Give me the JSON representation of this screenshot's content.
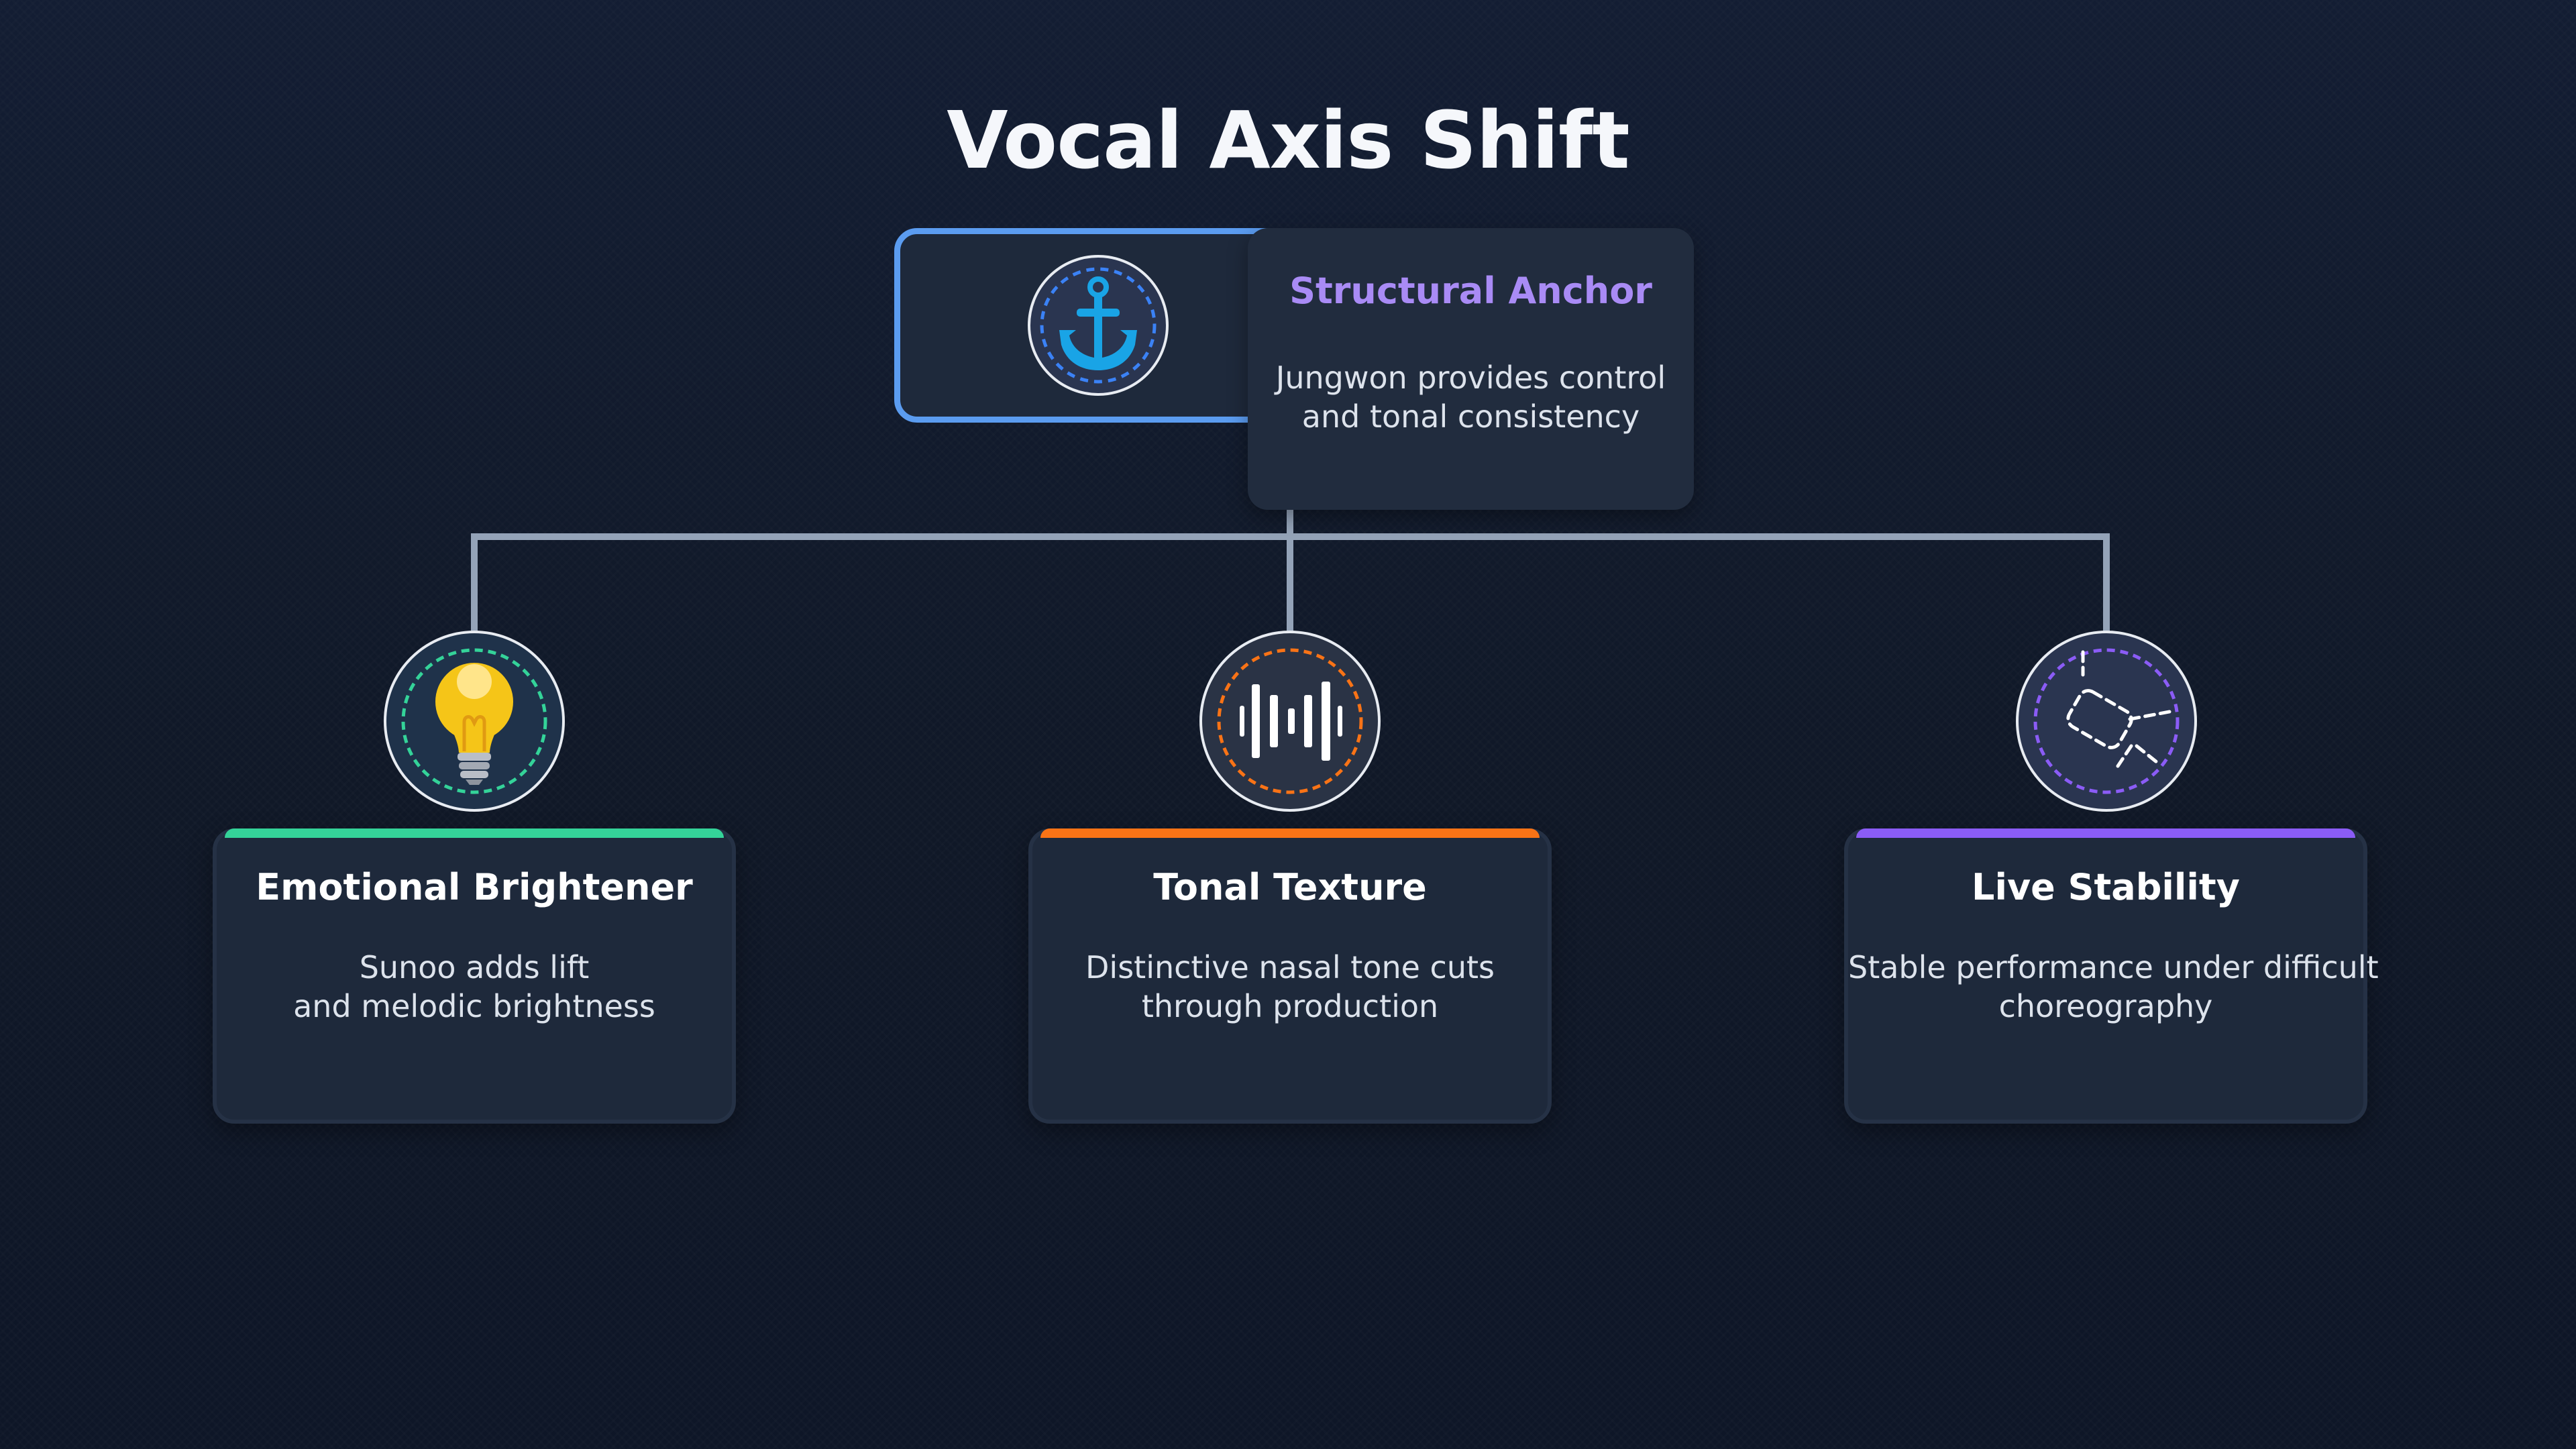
{
  "title": "Vocal Axis Shift",
  "colors": {
    "background": "#111a2e",
    "card": "#1e293b",
    "connector": "#94a3b8",
    "anchor_border": "#5b9cf0",
    "anchor_title": "#a98bf5",
    "green_accent": "#34d399",
    "orange_accent": "#f97316",
    "purple_accent": "#8b5cf6"
  },
  "root": {
    "title": "Structural Anchor",
    "description_lines": [
      "Jungwon provides control",
      "and tonal consistency"
    ],
    "icon": "anchor-icon"
  },
  "children": [
    {
      "title": "Emotional Brightener",
      "description_lines": [
        "Sunoo adds lift",
        "and melodic brightness"
      ],
      "icon": "lightbulb-icon",
      "accent": "#34d399"
    },
    {
      "title": "Tonal Texture",
      "description_lines": [
        "Distinctive nasal tone cuts",
        "through production"
      ],
      "icon": "waveform-icon",
      "accent": "#f97316"
    },
    {
      "title": "Live Stability",
      "description_lines": [
        "Stable performance under difficult",
        "choreography"
      ],
      "icon": "stability-icon",
      "accent": "#8b5cf6"
    }
  ]
}
